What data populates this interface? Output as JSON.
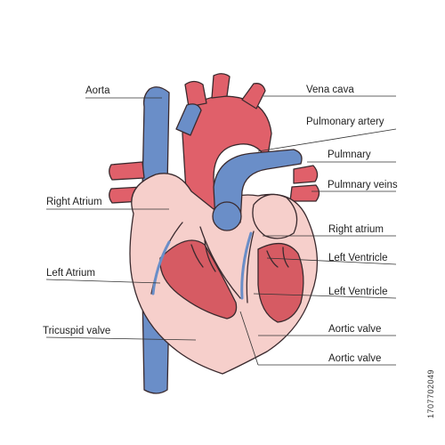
{
  "labels": {
    "aorta": "Aorta",
    "vena_cava": "Vena cava",
    "pulmonary_artery": "Pulmonary artery",
    "pulmnary": "Pulmnary",
    "pulmnary_veins": "Pulmnary veins",
    "right_atrium_left": "Right Atrium",
    "right_atrium_right": "Right atrium",
    "left_atrium": "Left Atrium",
    "left_ventricle_1": "Left Ventricle",
    "left_ventricle_2": "Left Ventricle",
    "tricuspid_valve": "Tricuspid valve",
    "aortic_valve_1": "Aortic valve",
    "aortic_valve_2": "Aortic valve"
  },
  "watermark": "1707702049",
  "colors": {
    "artery_red": "#e0606a",
    "vein_blue": "#6a8ec8",
    "muscle_pink": "#f6cfcb",
    "muscle_dark": "#d65b63",
    "outline": "#3a2a2e"
  }
}
